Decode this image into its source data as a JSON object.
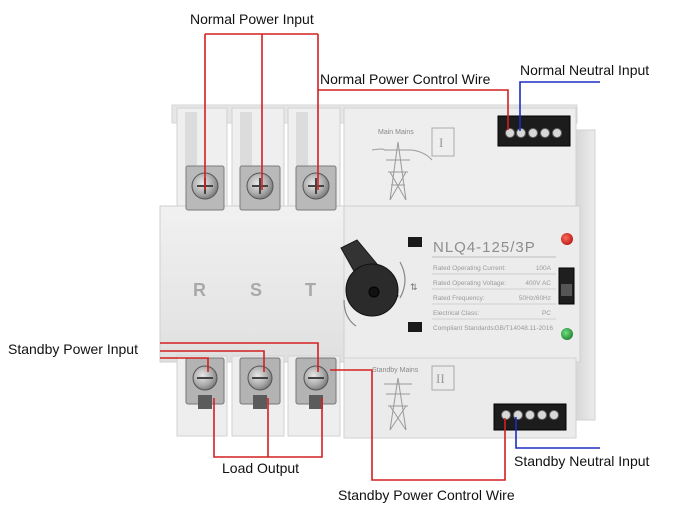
{
  "labels": {
    "normal_power_input": "Normal Power Input",
    "normal_power_control_wire": "Normal Power Control Wire",
    "normal_neutral_input": "Normal Neutral Input",
    "standby_power_input": "Standby Power Input",
    "load_output": "Load Output",
    "standby_neutral_input": "Standby Neutral Input",
    "standby_power_control_wire": "Standby Power Control Wire"
  },
  "device": {
    "model": "NLQ4-125/3P",
    "main_mains": "Main Mains",
    "standby_mains": "Standby Mains",
    "roman_one": "I",
    "roman_two": "II",
    "phases": [
      "R",
      "S",
      "T"
    ],
    "specs": [
      {
        "label": "Rated Operating Current:",
        "value": "100A"
      },
      {
        "label": "Rated Operating Voltage:",
        "value": "400V AC"
      },
      {
        "label": "Rated Frequency:",
        "value": "50Hz/60Hz"
      },
      {
        "label": "Electrical Class:",
        "value": "PC"
      }
    ],
    "standards": {
      "label": "Compliant Standards:",
      "value": "GB/T14048.11-2016"
    }
  },
  "colors": {
    "live_wire": "#d42020",
    "neutral_wire": "#1a2fc0",
    "body": "#e9e9e9",
    "body_shadow": "#cfcfcf",
    "indicator_red": "#c8201c",
    "indicator_green": "#2a9a3c"
  }
}
